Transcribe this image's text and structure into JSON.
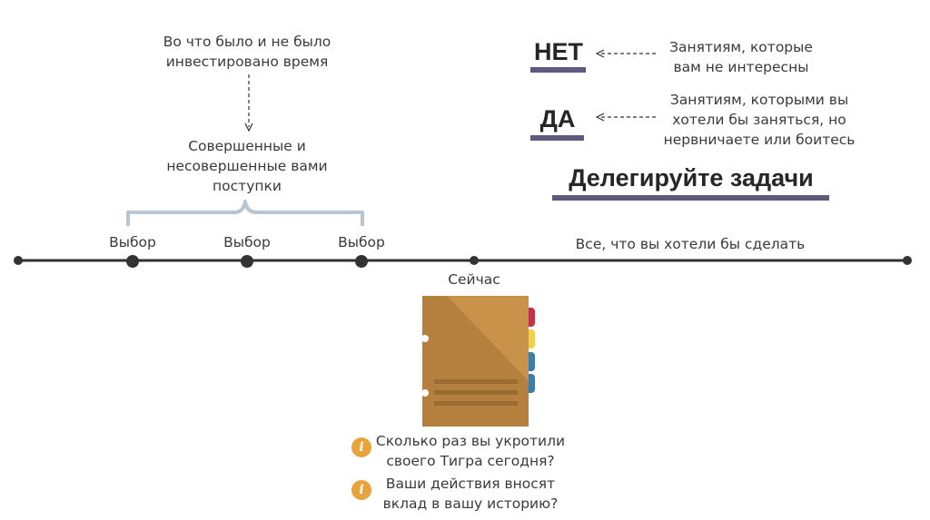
{
  "top_note": {
    "line1": "Во что было и не было",
    "line2": "инвестировано время"
  },
  "actions_label": {
    "line1": "Совершенные и",
    "line2": "несовершенные вами",
    "line3": "поступки"
  },
  "timeline": {
    "choices": [
      "Выбор",
      "Выбор",
      "Выбор"
    ],
    "now_label": "Сейчас",
    "future_label": "Все, что вы хотели бы сделать"
  },
  "no_block": {
    "word": "НЕТ",
    "desc_line1": "Занятиям, которые",
    "desc_line2": "вам не интересны"
  },
  "yes_block": {
    "word": "ДА",
    "desc_line1": "Занятиям, которыми вы",
    "desc_line2": "хотели бы заняться, но",
    "desc_line3": "нервничаете или боитесь"
  },
  "delegate": "Делегируйте задачи",
  "questions": [
    {
      "icon": "info-icon",
      "line1": "Сколько раз вы укротили",
      "line2": "своего Тигра сегодня?"
    },
    {
      "icon": "info-icon",
      "line1": "Ваши действия вносят",
      "line2": "вклад в вашу историю?"
    }
  ],
  "colors": {
    "timeline": "#333333",
    "bracket": "#b9c6d0",
    "underline": "#5f5a7d",
    "notebook": "#c9924b",
    "tab_red": "#c0334b",
    "tab_yellow": "#f2d04e",
    "tab_blue": "#3e7ea6",
    "info": "#e8a33a"
  }
}
